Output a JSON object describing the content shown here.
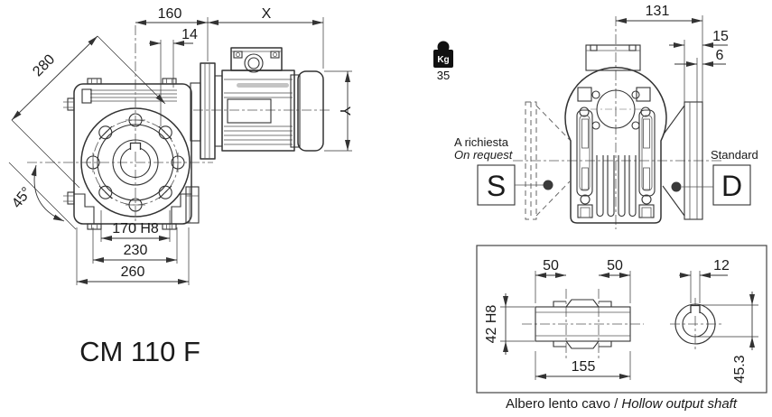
{
  "drawing": {
    "model": "CM 110 F",
    "weight": {
      "unit": "Kg",
      "value": "35"
    },
    "side_view": {
      "dim_center_to_flange": "160",
      "dim_motor_length": "X",
      "dim_slot": "14",
      "dim_diagonal": "280",
      "dim_angle": "45°",
      "dim_spigot": "170 H8",
      "dim_bolt_spacing": "230",
      "dim_width": "260",
      "dim_motor_height": "Y"
    },
    "front_view": {
      "dim_center_to_face": "131",
      "dim_flange_depth": "15",
      "dim_flange_plate": "6",
      "option_left_line1": "A richiesta",
      "option_left_line2": "On request",
      "option_left_code": "S",
      "option_right_label": "Standard",
      "option_right_code": "D"
    },
    "shaft_box": {
      "dim_left_depth": "50",
      "dim_right_depth": "50",
      "dim_keyway_width": "12",
      "dim_bore": "42 H8",
      "dim_length": "155",
      "dim_keyway_height": "45.3",
      "caption_italian": "Albero lento cavo / ",
      "caption_english": "Hollow output shaft"
    }
  }
}
